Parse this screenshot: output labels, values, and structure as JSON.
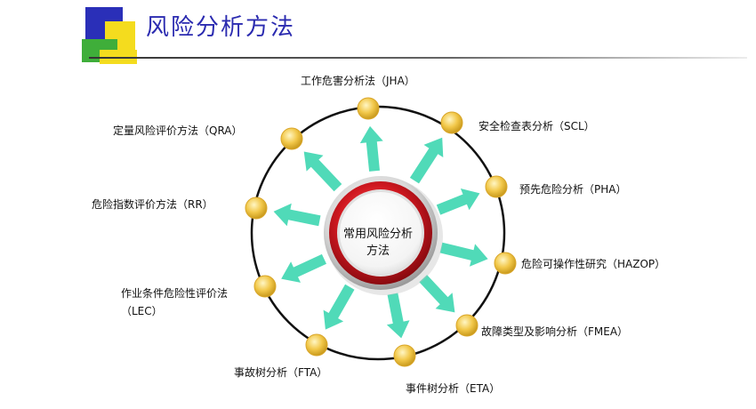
{
  "title": "风险分析方法",
  "center": {
    "line1": "常用风险分析",
    "line2": "方法"
  },
  "methods": [
    {
      "label": "工作危害分析法（JHA）"
    },
    {
      "label": "安全检查表分析（SCL）"
    },
    {
      "label": "预先危险分析（PHA）"
    },
    {
      "label": "危险可操作性研究（HAZOP）"
    },
    {
      "label": "故障类型及影响分析（FMEA）"
    },
    {
      "label": "事件树分析（ETA）"
    },
    {
      "label": "事故树分析（FTA）"
    },
    {
      "label_line1": "作业条件危险性评价法",
      "label_line2": "（LEC）"
    },
    {
      "label": "危险指数评价方法（RR）"
    },
    {
      "label": "定量风险评价方法（QRA）"
    }
  ],
  "colors": {
    "title": "#2b2bb0",
    "arrow": "#3dd6b0",
    "node": "#f2c84a",
    "ring": "#111111",
    "hub_rim": "#c4141c"
  }
}
